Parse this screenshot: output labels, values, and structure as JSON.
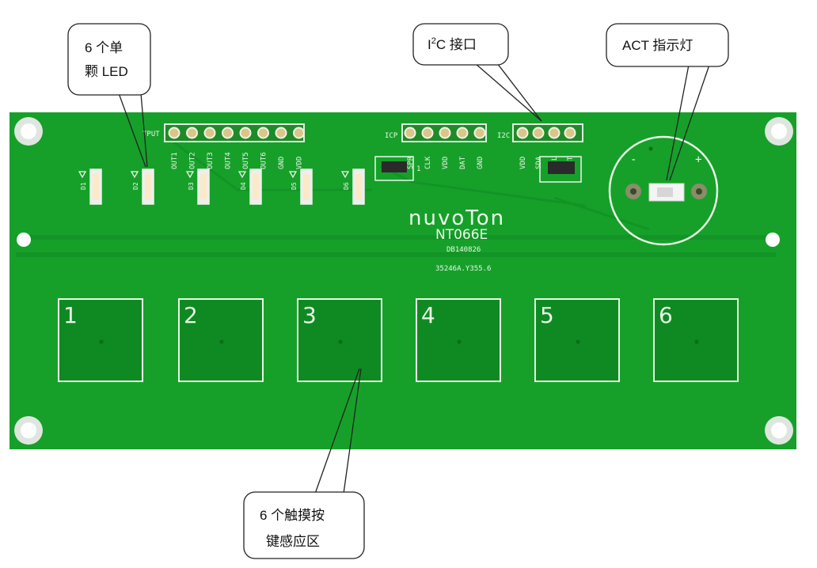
{
  "callouts": {
    "leds": {
      "line1": "6 个单",
      "line2": "颗 LED"
    },
    "i2c": {
      "prefix": "I",
      "sup": "2",
      "suffix": "C 接口"
    },
    "act": {
      "text": "ACT 指示灯"
    },
    "touch": {
      "line1": "6 个触摸按",
      "line2": "键感应区"
    }
  },
  "board": {
    "brand": "nuvoTon",
    "model": "NT066E",
    "date_code": "DB140826",
    "revision": "35246A.Y355.6",
    "output_header_label": "TPUT",
    "output_pins": [
      "OUT1",
      "OUT2",
      "OUT3",
      "OUT4",
      "OUT5",
      "OUT6",
      "GND",
      "VDD"
    ],
    "icp_label": "ICP",
    "icp_pins": [
      "SPR",
      "CLK",
      "VDD",
      "DAT",
      "GND"
    ],
    "i2c_label": "I2C",
    "i2c_pins": [
      "VDD",
      "SDA",
      "SCL",
      "INT"
    ],
    "led_labels": [
      "D1",
      "D2",
      "D3",
      "D4",
      "D5",
      "D6"
    ],
    "act_minus": "-",
    "act_plus": "+",
    "jumper_mark": "1",
    "keys": [
      "1",
      "2",
      "3",
      "4",
      "5",
      "6"
    ]
  },
  "colors": {
    "pcb": "#16a02a",
    "pcb_dark": "#0f8a22",
    "silkscreen": "#e9f7e6",
    "callout_border": "#222222"
  }
}
